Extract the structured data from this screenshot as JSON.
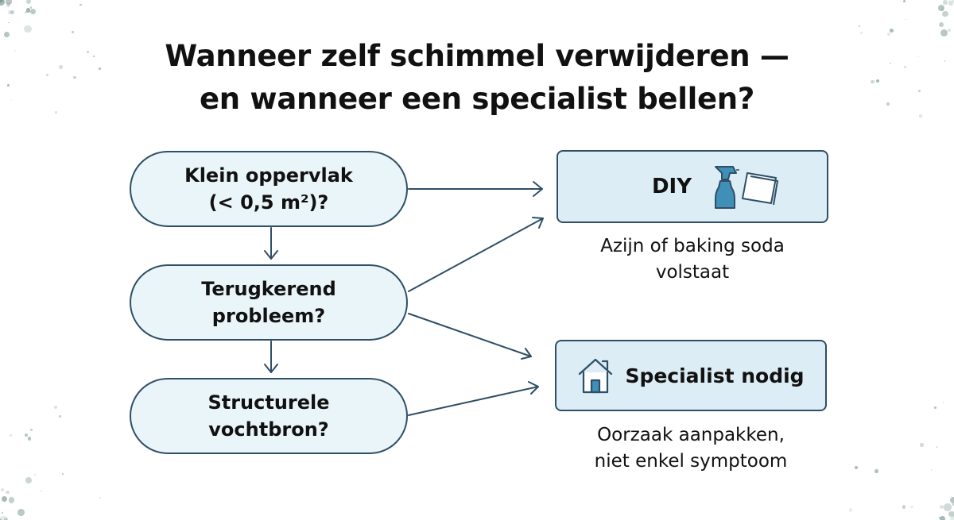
{
  "title": {
    "line1": "Wanneer zelf schimmel verwijderen —",
    "line2": "en wanneer een specialist bellen?"
  },
  "questions": [
    {
      "line1": "Klein oppervlak",
      "line2": "(< 0,5 m²)?"
    },
    {
      "line1": "Terugkerend",
      "line2": "probleem?"
    },
    {
      "line1": "Structurele",
      "line2": "vochtbron?"
    }
  ],
  "outcomes": {
    "diy": {
      "label": "DIY",
      "icon": "spray-bottle-and-cloth-icon",
      "note_line1": "Azijn of baking soda",
      "note_line2": "volstaat"
    },
    "specialist": {
      "label": "Specialist nodig",
      "icon": "house-icon",
      "note_line1": "Oorzaak aanpakken,",
      "note_line2": "niet enkel symptoom"
    }
  },
  "colors": {
    "stroke": "#2f4f66",
    "pill_fill": "#eaf5f9",
    "box_fill": "#dcedf5",
    "icon_blue": "#3f8fb8",
    "mold": "#6f8f8a"
  }
}
